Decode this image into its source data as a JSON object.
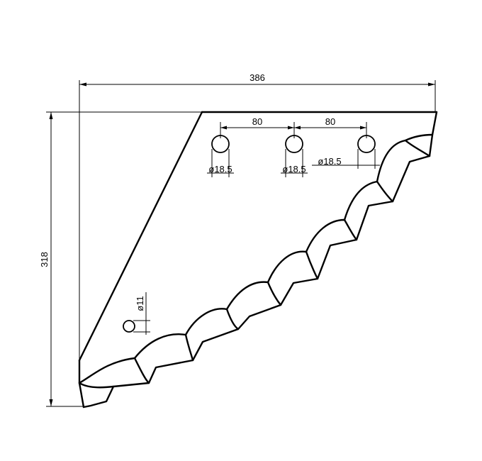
{
  "dimensions": {
    "overall_width": "386",
    "overall_height": "318",
    "hole_spacing_1": "80",
    "hole_spacing_2": "80",
    "hole_dia_1": "ø18.5",
    "hole_dia_2": "ø18.5",
    "hole_dia_3": "ø18.5",
    "small_hole_dia": "ø11"
  }
}
